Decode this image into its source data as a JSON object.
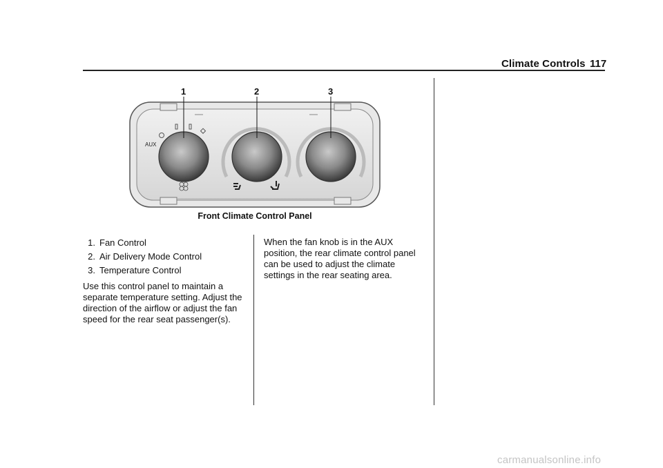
{
  "header": {
    "section_title": "Climate Controls",
    "page_number": "117"
  },
  "figure": {
    "callouts": [
      "1",
      "2",
      "3"
    ],
    "aux_label": "AUX",
    "caption": "Front Climate Control Panel"
  },
  "list": [
    {
      "num": "1.",
      "text": "Fan Control"
    },
    {
      "num": "2.",
      "text": "Air Delivery Mode Control"
    },
    {
      "num": "3.",
      "text": "Temperature Control"
    }
  ],
  "left_paragraph": "Use this control panel to maintain a separate temperature setting. Adjust the direction of the airflow or adjust the fan speed for the rear seat passenger(s).",
  "right_paragraph": "When the fan knob is in the AUX position, the rear climate control panel can be used to adjust the climate settings in the rear seating area.",
  "watermark": "carmanualsonline.info"
}
